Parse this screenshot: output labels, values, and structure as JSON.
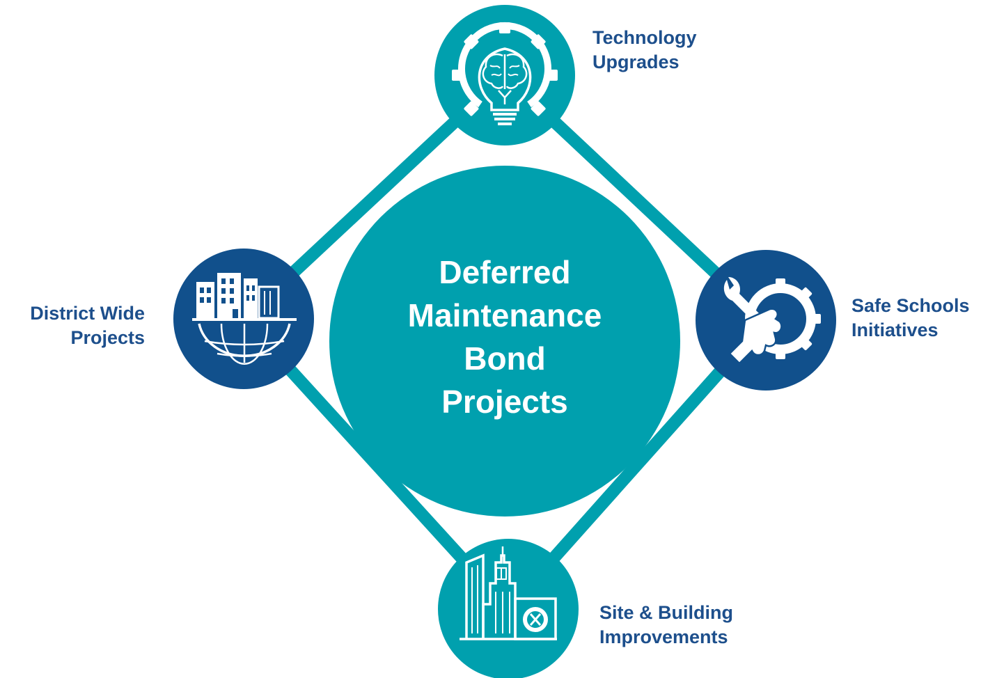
{
  "colors": {
    "teal": "#00a0ae",
    "navy": "#11508c",
    "label_text": "#1d4f8c",
    "icon_stroke": "#ffffff"
  },
  "center": {
    "title_lines": [
      "Deferred",
      "Maintenance",
      "Bond",
      "Projects"
    ]
  },
  "nodes": {
    "technology": {
      "label_lines": [
        "Technology",
        "Upgrades"
      ],
      "icon": "gear-lightbulb-brain-icon"
    },
    "safe_schools": {
      "label_lines": [
        "Safe Schools",
        "Initiatives"
      ],
      "icon": "hand-wrench-gear-icon"
    },
    "site_building": {
      "label_lines": [
        "Site & Building",
        "Improvements"
      ],
      "icon": "buildings-gear-icon"
    },
    "district": {
      "label_lines": [
        "District Wide",
        "Projects"
      ],
      "icon": "buildings-globe-icon"
    }
  }
}
